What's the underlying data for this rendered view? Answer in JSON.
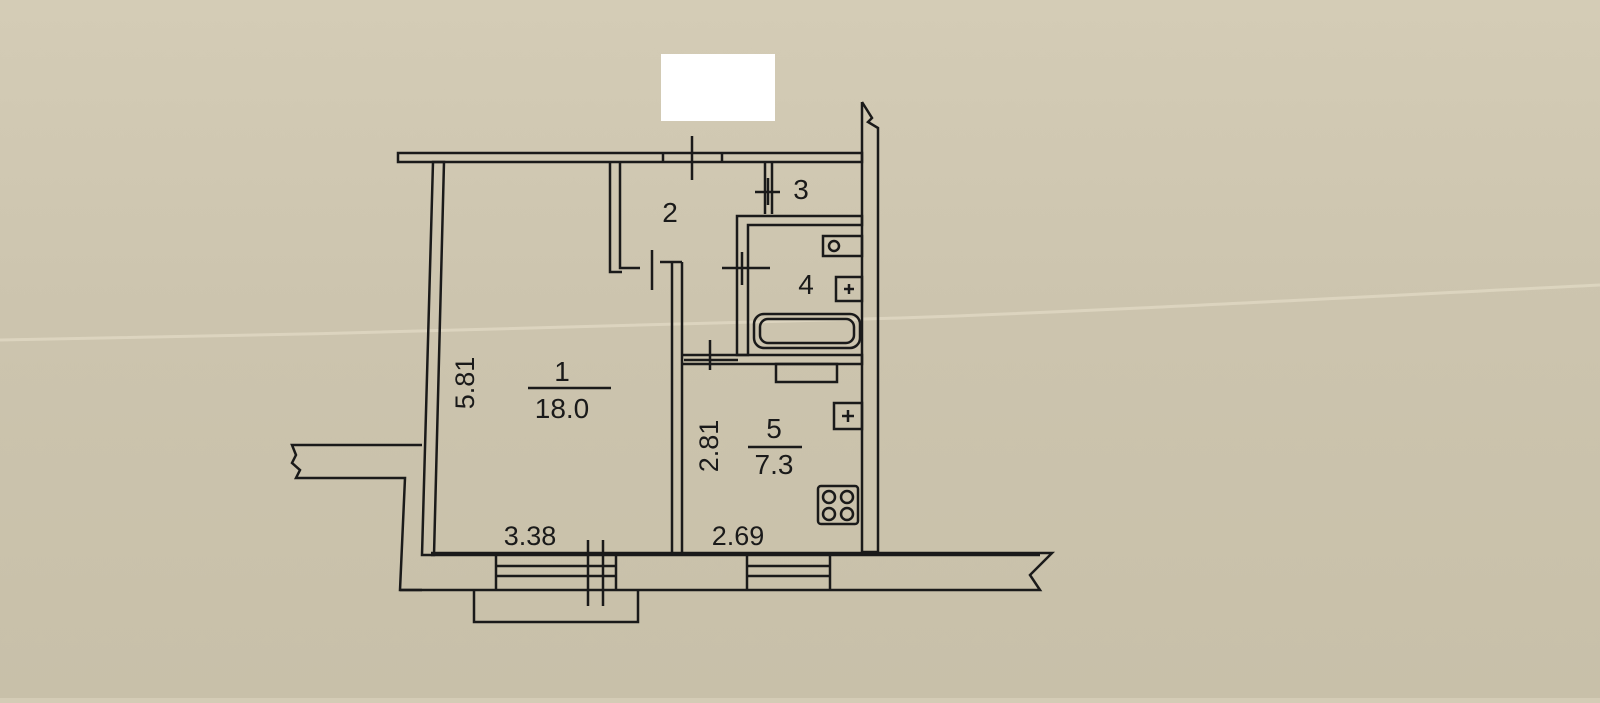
{
  "plan": {
    "rooms": [
      {
        "number": "1",
        "area": "18.0"
      },
      {
        "number": "2"
      },
      {
        "number": "3"
      },
      {
        "number": "4"
      },
      {
        "number": "5",
        "area": "7.3"
      }
    ],
    "dimensions": {
      "room1_height": "5.81",
      "room1_width": "3.38",
      "room5_height": "2.81",
      "room5_width": "2.69"
    }
  },
  "colors": {
    "paper": "#cfc7b1",
    "ink": "#1a1a1a",
    "redaction": "#ffffff"
  }
}
